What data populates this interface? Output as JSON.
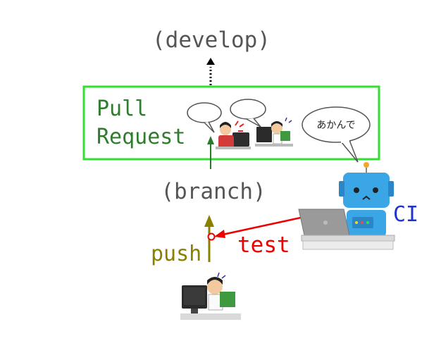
{
  "labels": {
    "develop": "(develop)",
    "branch": "(branch)",
    "pull_line1": "Pull",
    "pull_line2": "Request",
    "push": "push",
    "test": "test",
    "ci": "CI",
    "robot_speech": "あかんで"
  },
  "colors": {
    "pr_box": "#33dd33",
    "pr_text": "#2d7d2d",
    "push": "#8a8000",
    "test": "#ee0000",
    "ci": "#2233cc",
    "gray_text": "#555555",
    "green_arrow": "#2a7a2a",
    "robot_blue": "#3aa6e6"
  },
  "icons": {
    "developer": "developer-at-computer-illustration",
    "reviewer_angry": "angry-reviewer-illustration",
    "reviewer_reading": "reading-reviewer-illustration",
    "robot": "ci-robot-illustration",
    "laptop": "laptop-illustration"
  }
}
